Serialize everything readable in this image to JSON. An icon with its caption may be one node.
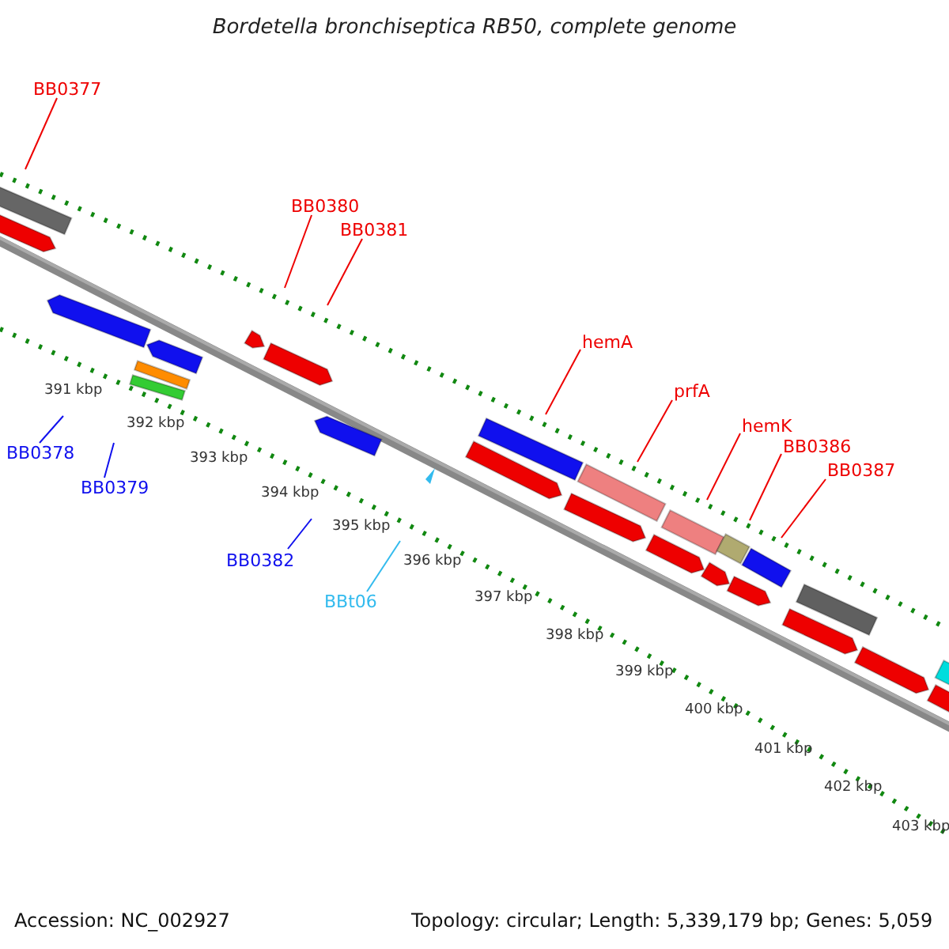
{
  "diagram": {
    "title": "Bordetella bronchiseptica RB50, complete genome",
    "nodes": [
      {
        "text": [
          "BB0377"
        ]
      },
      {
        "text": [
          "BB0380"
        ]
      },
      {
        "text": [
          "BB0381"
        ]
      },
      {
        "text": [
          "hemA"
        ]
      },
      {
        "text": [
          "prfA"
        ]
      },
      {
        "text": [
          "hemK"
        ]
      },
      {
        "text": [
          "BB0386"
        ]
      },
      {
        "text": [
          "BB0387"
        ]
      },
      {
        "text": [
          "BB0378"
        ]
      },
      {
        "text": [
          "BB0379"
        ]
      },
      {
        "text": [
          "BB0382"
        ]
      },
      {
        "text": [
          "BBt06"
        ]
      }
    ],
    "edges": [
      {
        "from": 0,
        "to": null,
        "arrow": "none"
      },
      {
        "from": 1,
        "to": null,
        "arrow": "none"
      },
      {
        "from": 2,
        "to": null,
        "arrow": "none"
      },
      {
        "from": 3,
        "to": null,
        "arrow": "none"
      },
      {
        "from": 4,
        "to": null,
        "arrow": "none"
      },
      {
        "from": 5,
        "to": null,
        "arrow": "none"
      },
      {
        "from": 6,
        "to": null,
        "arrow": "none"
      },
      {
        "from": 7,
        "to": null,
        "arrow": "none"
      },
      {
        "from": 8,
        "to": null,
        "arrow": "none",
        "color": "#1010ee"
      },
      {
        "from": 9,
        "to": null,
        "arrow": "none",
        "color": "#1010ee"
      },
      {
        "from": 10,
        "to": null,
        "arrow": "none",
        "color": "#1010ee"
      },
      {
        "from": 11,
        "to": null,
        "arrow": "none",
        "color": "#33bbee"
      }
    ],
    "labels": [
      "391 kbp",
      "392 kbp",
      "393 kbp",
      "394 kbp",
      "395 kbp",
      "396 kbp",
      "397 kbp",
      "398 kbp",
      "399 kbp",
      "400 kbp",
      "401 kbp",
      "402 kbp",
      "403 kbp",
      "Accession: NC_002927",
      "Topology: circular; Length: 5,339,179 bp; Genes: 5,059"
    ]
  }
}
